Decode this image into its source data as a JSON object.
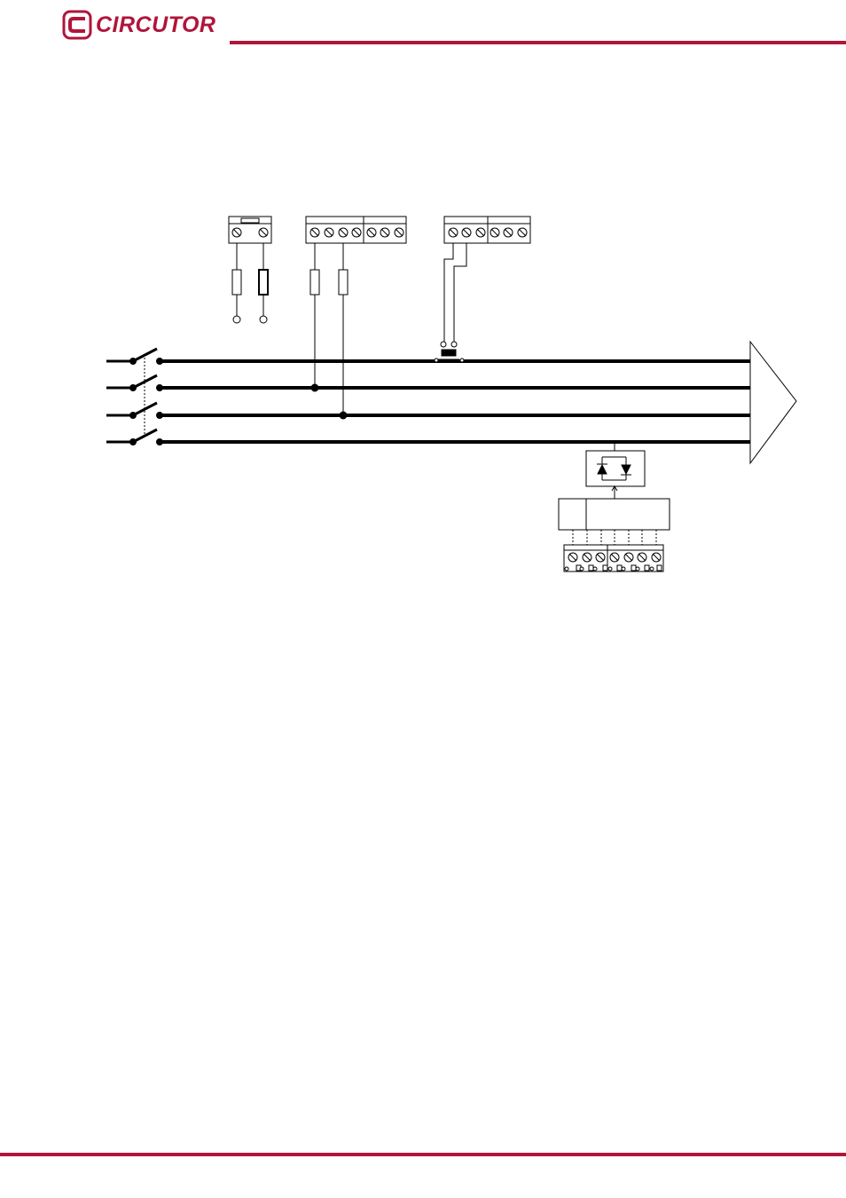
{
  "brand": {
    "logo_text": "CIRCUTOR",
    "accent_color": "#b0153a"
  },
  "diagram": {
    "description_labels": [],
    "elements": {
      "supply_lines": 4,
      "terminal_blocks": 4,
      "fuses": 4,
      "load_arrow": true
    }
  }
}
